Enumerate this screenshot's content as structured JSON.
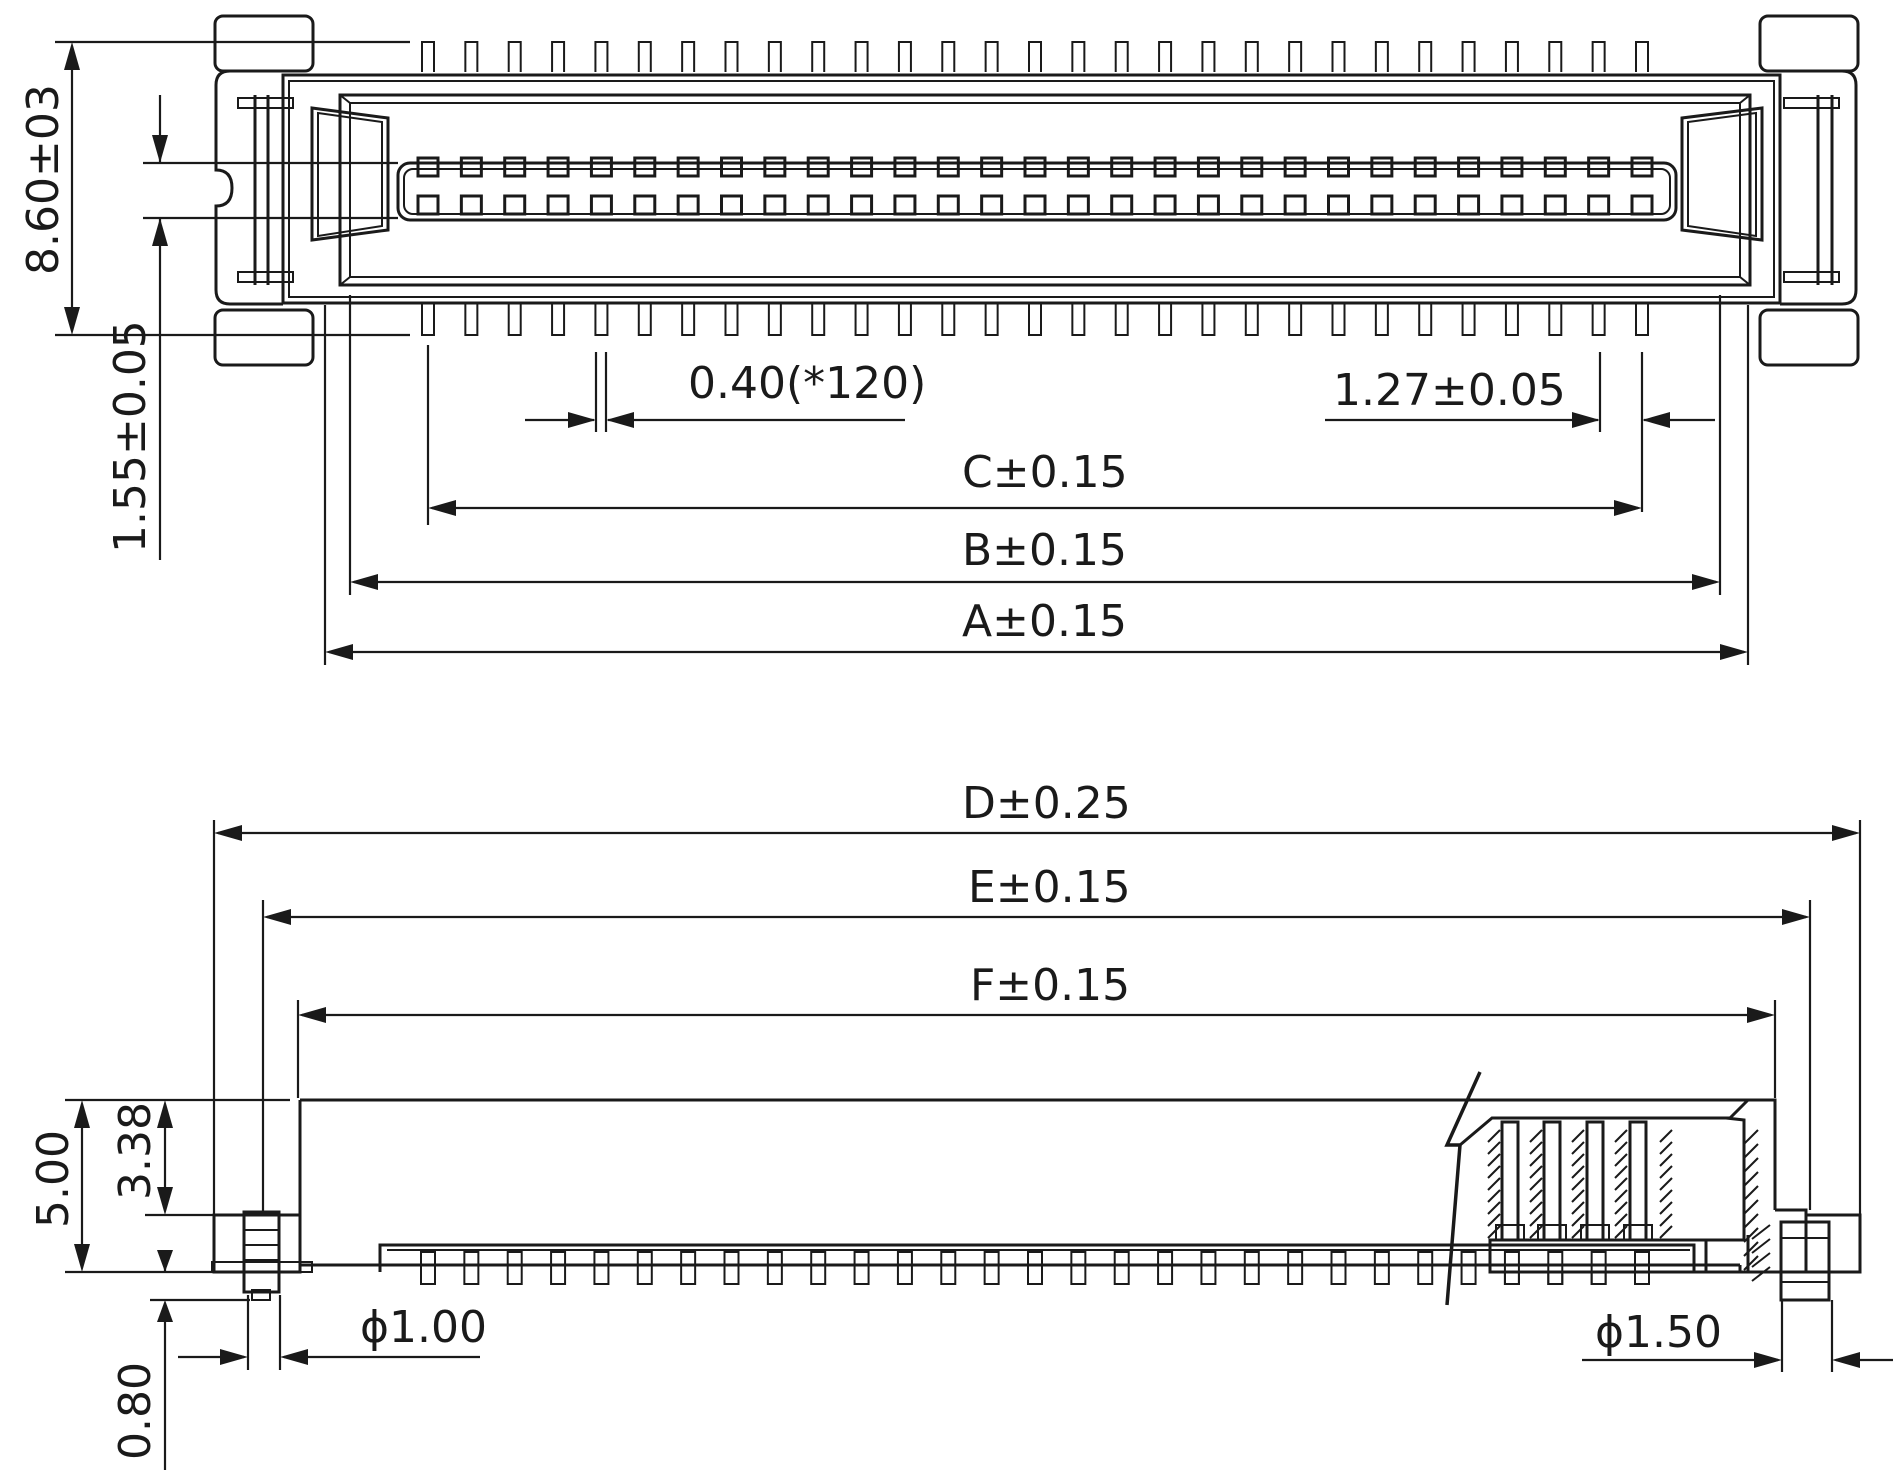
{
  "labels": {
    "dim_860": "8.60±03",
    "dim_155": "1.55±0.05",
    "dim_pitch": "0.40(*120)",
    "dim_127": "1.27±0.05",
    "dim_C": "C±0.15",
    "dim_B": "B±0.15",
    "dim_A": "A±0.15",
    "dim_D": "D±0.25",
    "dim_E": "E±0.15",
    "dim_F": "F±0.15",
    "dim_500": "5.00",
    "dim_338": "3.38",
    "dim_080": "0.80",
    "dim_phi100": "ϕ1.00",
    "dim_phi150": "ϕ1.50"
  },
  "pins_per_row": 29
}
